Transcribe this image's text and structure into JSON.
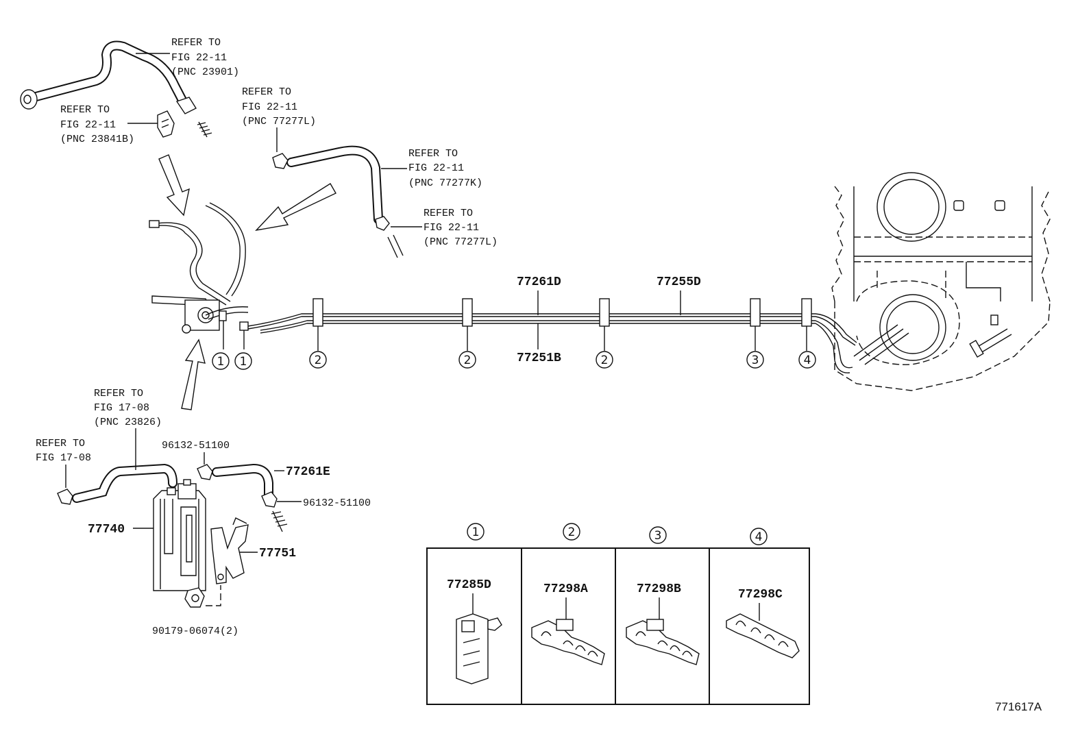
{
  "refs": {
    "r1": [
      "REFER TO",
      "FIG 22-11",
      "(PNC 23901)"
    ],
    "r2": [
      "REFER TO",
      "FIG 22-11",
      "(PNC 23841B)"
    ],
    "r3": [
      "REFER TO",
      "FIG 22-11",
      "(PNC 77277L)"
    ],
    "r4": [
      "REFER TO",
      "FIG 22-11",
      "(PNC 77277K)"
    ],
    "r5": [
      "REFER TO",
      "FIG 22-11",
      "(PNC 77277L)"
    ],
    "r6": [
      "REFER TO",
      "FIG 17-08",
      "(PNC 23826)"
    ],
    "r7": [
      "REFER TO",
      "FIG 17-08"
    ]
  },
  "parts": {
    "p77261D": "77261D",
    "p77255D": "77255D",
    "p77251B": "77251B",
    "p77261E": "77261E",
    "p96132a": "96132-51100",
    "p96132b": "96132-51100",
    "p77740": "77740",
    "p77751": "77751",
    "p90179": "90179-06074(2)"
  },
  "callouts": {
    "c1a": "1",
    "c1b": "1",
    "c2a": "2",
    "c2b": "2",
    "c2c": "2",
    "c3": "3",
    "c4": "4"
  },
  "legend": {
    "cells": [
      {
        "num": "1",
        "part": "77285D"
      },
      {
        "num": "2",
        "part": "77298A"
      },
      {
        "num": "3",
        "part": "77298B"
      },
      {
        "num": "4",
        "part": "77298C"
      }
    ]
  },
  "figure_id": "771617A"
}
